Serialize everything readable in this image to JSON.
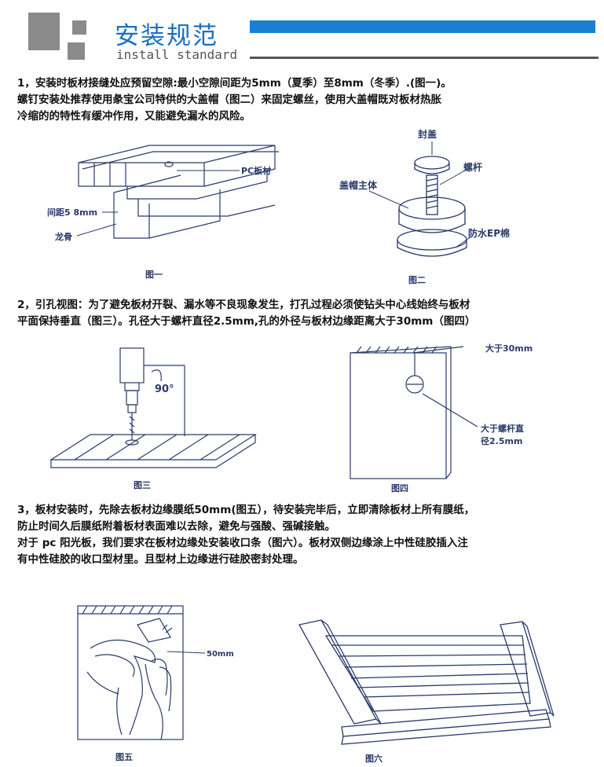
{
  "header": {
    "title": "安装规范",
    "subtitle": "install standard"
  },
  "section1": {
    "lines": [
      "1，安装时板材接缝处应预留空隙:最小空隙间距为5mm（夏季）至8mm（冬季）.(图一)。",
      "螺钉安装处推荐使用彖宝公司特供的大盖帽（图二）来固定螺丝，使用大盖帽既对板材热胀",
      "冷缩的的特性有缓冲作用，又能避免漏水的风险。"
    ]
  },
  "fig1": {
    "label_pc": "PC板材",
    "label_gap": "间距5 8mm",
    "label_keel": "龙骨",
    "caption": "图一"
  },
  "fig2": {
    "label_cap": "封盖",
    "label_screw": "螺杆",
    "label_body": "盖帽主体",
    "label_epdm": "防水EP棉",
    "caption": "图二"
  },
  "section2": {
    "lines": [
      "2，引孔视图：为了避免板材开裂、漏水等不良现象发生，打孔过程必须使钻头中心线始终与板材",
      "平面保持垂直（图三）。孔径大于螺杆直径2.5mm,孔的外径与板材边缘距离大于30mm（图四）"
    ]
  },
  "fig3": {
    "label_angle": "90°",
    "caption": "图三"
  },
  "fig4": {
    "label_edge": "大于30mm",
    "label_dia_1": "大于螺杆直",
    "label_dia_2": "径2.5mm",
    "caption": "图四"
  },
  "section3": {
    "lines": [
      "3，板材安装时，先除去板材边缘膜纸50mm(图五），待安装完毕后，立即清除板材上所有膜纸，",
      "防止时间久后膜纸附着板材表面难以去除，避免与强酸、强碱接触。",
      "对于 pc 阳光板，我们要求在板材边缘处安装收口条（图六）。板材双侧边缘涂上中性硅胶插入注",
      "有中性硅胶的收口型材里。且型材上边缘进行硅胶密封处理。"
    ]
  },
  "fig5": {
    "label_50": "50mm",
    "caption": "图五"
  },
  "fig6": {
    "caption": "图六"
  }
}
